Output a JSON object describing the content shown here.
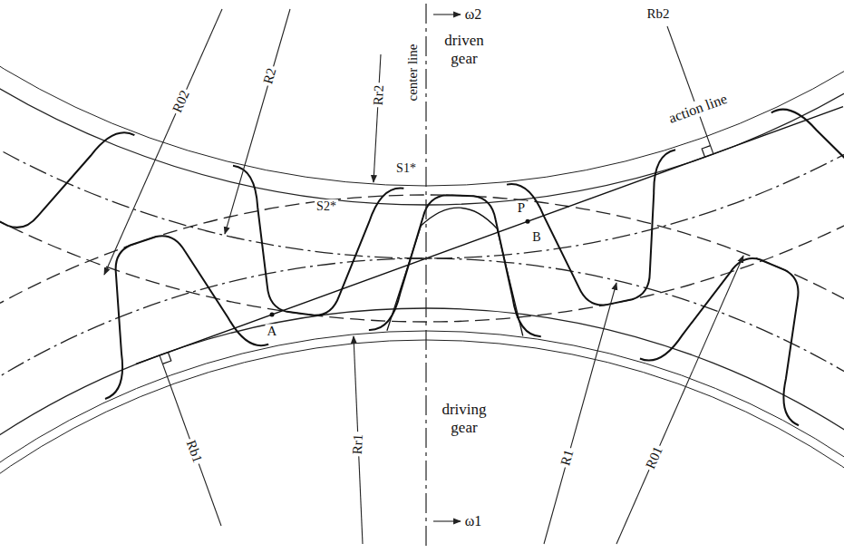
{
  "diagram": {
    "labels": [
      "R02",
      "R2",
      "Rr2",
      "center line",
      "ω2",
      "driven gear",
      "Rb2",
      "action line",
      "S1*",
      "S2*",
      "P",
      "B",
      "A",
      "driving gear",
      "Rb1",
      "Rr1",
      "R1",
      "R01",
      "ω1"
    ]
  }
}
